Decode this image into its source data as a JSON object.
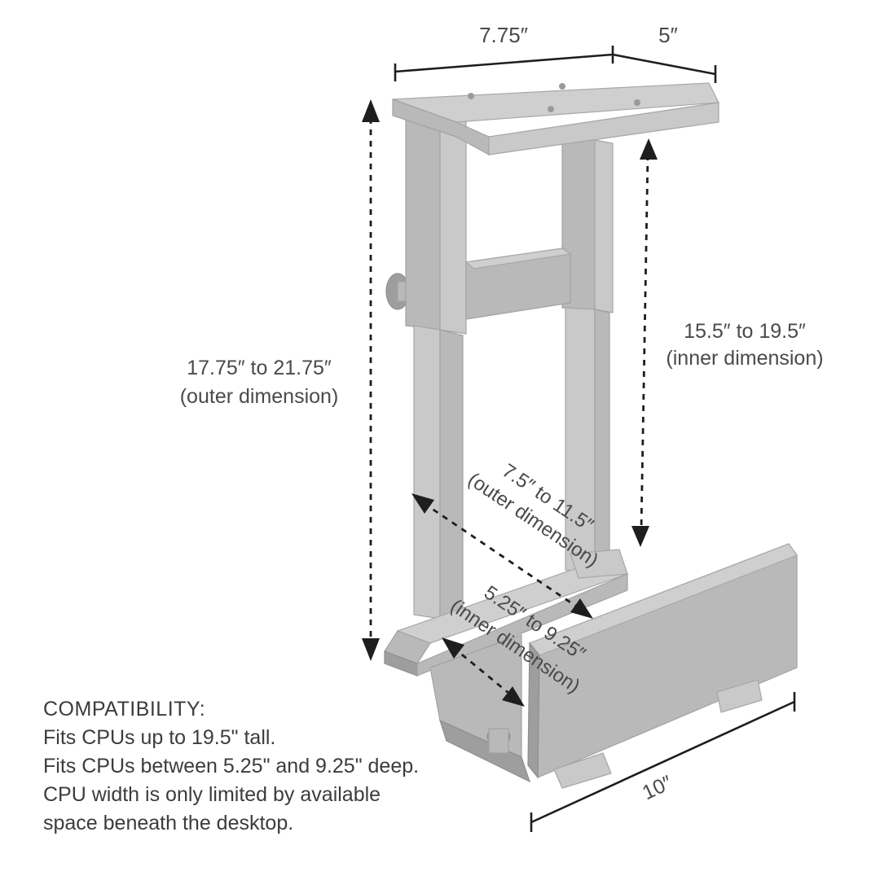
{
  "dimensions": {
    "top_width": "7.75″",
    "top_depth": "5″",
    "outer_height": {
      "value": "17.75″ to 21.75″",
      "note": "(outer dimension)"
    },
    "inner_height": {
      "value": "15.5″ to 19.5″",
      "note": "(inner dimension)"
    },
    "outer_depth": {
      "value": "7.5″ to 11.5″",
      "note": "(outer dimension)"
    },
    "inner_depth": {
      "value": "5.25″ to 9.25″",
      "note": "(inner dimension)"
    },
    "base_length": "10″"
  },
  "compatibility": {
    "heading": "COMPATIBILITY:",
    "lines": [
      "Fits CPUs up to 19.5\" tall.",
      "Fits CPUs between 5.25\" and 9.25\" deep.",
      "CPU width is only limited by available",
      "space beneath the desktop."
    ]
  }
}
